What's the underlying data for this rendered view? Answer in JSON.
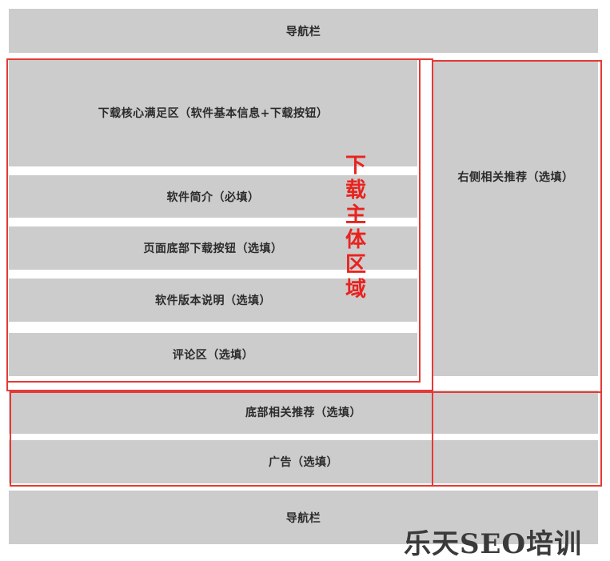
{
  "diagram": {
    "top_nav": {
      "label": "导航栏"
    },
    "main_column": {
      "annotation": "下载主体区域",
      "annotation_chars": [
        "下",
        "载",
        "主",
        "体",
        "区",
        "域"
      ],
      "blocks": [
        {
          "label": "下载核心满足区（软件基本信息+下载按钮）"
        },
        {
          "label": "软件简介（必填）"
        },
        {
          "label": "页面底部下载按钮（选填）"
        },
        {
          "label": "软件版本说明（选填）"
        },
        {
          "label": "评论区（选填）"
        }
      ]
    },
    "right_column": {
      "label": "右侧相关推荐（选填）"
    },
    "bottom_section": {
      "blocks": [
        {
          "label": "底部相关推荐（选填）"
        },
        {
          "label": "广告（选填）"
        }
      ]
    },
    "bottom_nav": {
      "label": "导航栏"
    },
    "colors": {
      "block_fill": "#cccccc",
      "frame_stroke": "#e53935",
      "annotation_text": "#e8231f",
      "label_text": "#2b2b2b"
    }
  },
  "watermark": {
    "text": "乐天SEO培训"
  }
}
